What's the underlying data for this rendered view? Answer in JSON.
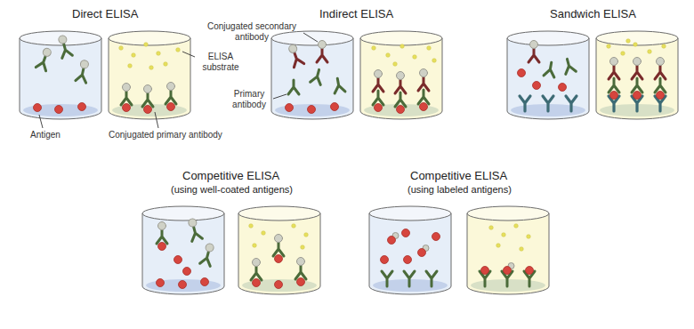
{
  "diagram": {
    "labels": [
      "Direct ELISA",
      "Indirect ELISA",
      "Sandwich ELISA",
      "Conjugated secondary antibody",
      "ELISA substrate",
      "Primary antibody",
      "Antigen",
      "Conjugated primary antibody",
      "Competitive ELISA",
      "(using well-coated antigens)",
      "Competitive ELISA",
      "(using labeled antigens)"
    ]
  }
}
